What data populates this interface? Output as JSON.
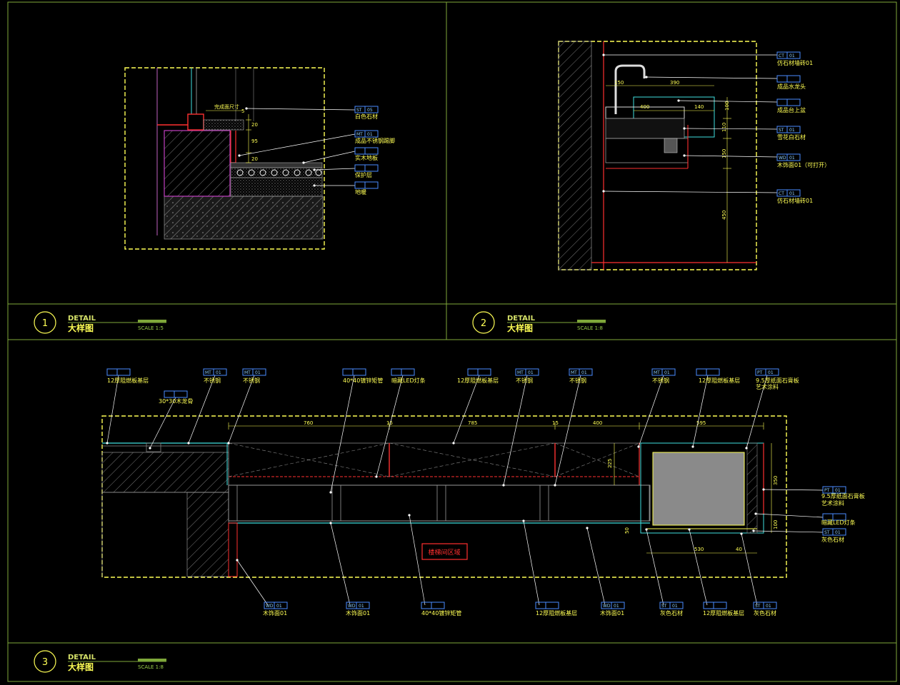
{
  "colors": {
    "frame": "#7fa83a",
    "wall_hatch": "#8a8a8a",
    "accent_red": "#ff3030",
    "leader": "#ffffff",
    "tag_box": "#4a8cff",
    "text_yellow": "#ffff55",
    "cyan": "#40e0e0",
    "magenta": "#c040c0"
  },
  "panels": [
    {
      "number": "1",
      "title": "DETAIL",
      "subtitle": "大样图",
      "scale": "SCALE 1:5"
    },
    {
      "number": "2",
      "title": "DETAIL",
      "subtitle": "大样图",
      "scale": "SCALE 1:8"
    },
    {
      "number": "3",
      "title": "DETAIL",
      "subtitle": "大样图",
      "scale": "SCALE 1:8"
    }
  ],
  "detail1": {
    "top_note": "完成面尺寸",
    "dims": [
      "5",
      "20",
      "95",
      "20"
    ],
    "callouts": [
      {
        "code": "ST",
        "num": "05",
        "text": "白色石材"
      },
      {
        "code": "MT",
        "num": "01",
        "text": "成品不锈钢踢脚"
      },
      {
        "code": "",
        "num": "",
        "text": "实木地板"
      },
      {
        "code": "",
        "num": "",
        "text": "保护层"
      },
      {
        "code": "",
        "num": "",
        "text": "地暖"
      }
    ]
  },
  "detail2": {
    "dims": [
      "150",
      "390",
      "400",
      "140",
      "100",
      "110",
      "150",
      "450"
    ],
    "callouts": [
      {
        "code": "CT",
        "num": "01",
        "text": "仿石材墙砖01"
      },
      {
        "code": "",
        "num": "",
        "text": "成品水龙头"
      },
      {
        "code": "",
        "num": "",
        "text": "成品台上盆"
      },
      {
        "code": "ST",
        "num": "01",
        "text": "雪花白石材"
      },
      {
        "code": "WD",
        "num": "01",
        "text": "木饰面01（可打开）"
      },
      {
        "code": "CT",
        "num": "01",
        "text": "仿石材墙砖01"
      }
    ]
  },
  "detail3": {
    "dims": [
      "760",
      "15",
      "785",
      "15",
      "400",
      "595",
      "350",
      "100",
      "530",
      "40",
      "50",
      "225"
    ],
    "center_label": "楼梯间区域",
    "top_callouts": [
      {
        "code": "",
        "num": "",
        "text": "12厚阻燃板基层"
      },
      {
        "code": "",
        "num": "",
        "text": "30*30木龙骨"
      },
      {
        "code": "MT",
        "num": "01",
        "text": "不锈钢"
      },
      {
        "code": "MT",
        "num": "01",
        "text": "不锈钢"
      },
      {
        "code": "",
        "num": "",
        "text": "40*40镀锌矩管"
      },
      {
        "code": "",
        "num": "",
        "text": "暗藏LED灯条"
      },
      {
        "code": "",
        "num": "",
        "text": "12厚阻燃板基层"
      },
      {
        "code": "MT",
        "num": "01",
        "text": "不锈钢"
      },
      {
        "code": "MT",
        "num": "01",
        "text": "不锈钢"
      },
      {
        "code": "MT",
        "num": "01",
        "text": "不锈钢"
      },
      {
        "code": "",
        "num": "",
        "text": "12厚阻燃板基层"
      },
      {
        "code": "PT",
        "num": "01",
        "text": "9.5厚纸面石膏板"
      },
      {
        "code": "",
        "num": "",
        "text": "艺术涂料"
      }
    ],
    "right_callouts": [
      {
        "code": "PT",
        "num": "01",
        "text": "9.5厚纸面石膏板"
      },
      {
        "code": "",
        "num": "",
        "text": "艺术涂料"
      },
      {
        "code": "",
        "num": "",
        "text": "暗藏LED灯条"
      },
      {
        "code": "ST",
        "num": "01",
        "text": "灰色石材"
      }
    ],
    "bottom_callouts": [
      {
        "code": "WD",
        "num": "01",
        "text": "木饰面01"
      },
      {
        "code": "WD",
        "num": "01",
        "text": "木饰面01"
      },
      {
        "code": "",
        "num": "",
        "text": "40*40镀锌矩管"
      },
      {
        "code": "",
        "num": "",
        "text": "12厚阻燃板基层"
      },
      {
        "code": "WD",
        "num": "01",
        "text": "木饰面01"
      },
      {
        "code": "ST",
        "num": "01",
        "text": "灰色石材"
      },
      {
        "code": "",
        "num": "",
        "text": "12厚阻燃板基层"
      },
      {
        "code": "ST",
        "num": "01",
        "text": "灰色石材"
      }
    ]
  }
}
